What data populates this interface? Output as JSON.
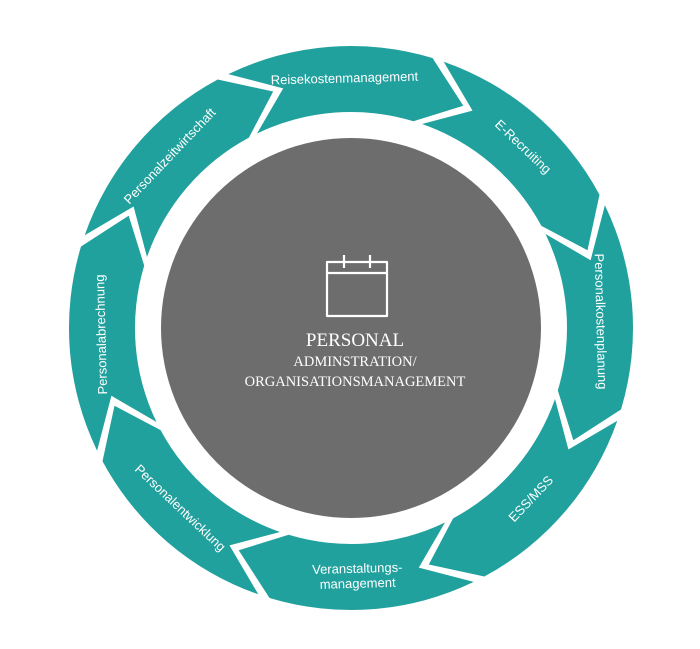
{
  "center": {
    "title": "PERSONAL",
    "subtitle_line1": "ADMINSTRATION/",
    "subtitle_line2": "ORGANISATIONSMANAGEMENT",
    "icon": "calendar-icon"
  },
  "segments": [
    {
      "id": "personalabrechnung",
      "lines": [
        "Personalabrechnung"
      ]
    },
    {
      "id": "personalzeitwirtschaft",
      "lines": [
        "Personalzeitwirtschaft"
      ]
    },
    {
      "id": "reisekostenmanagement",
      "lines": [
        "Reisekostenmanagement"
      ]
    },
    {
      "id": "e-recruiting",
      "lines": [
        "E-Recruiting"
      ]
    },
    {
      "id": "personalkostenplanung",
      "lines": [
        "Personalkostenplanung"
      ]
    },
    {
      "id": "ess-mss",
      "lines": [
        "ESS/MSS"
      ]
    },
    {
      "id": "veranstaltungsmanagement",
      "lines": [
        "Veranstaltungs-",
        "management"
      ]
    },
    {
      "id": "personalentwicklung",
      "lines": [
        "Personalentwicklung"
      ]
    }
  ],
  "colors": {
    "ring": "#21a19d",
    "core": "#6d6d6d",
    "text": "#ffffff"
  }
}
